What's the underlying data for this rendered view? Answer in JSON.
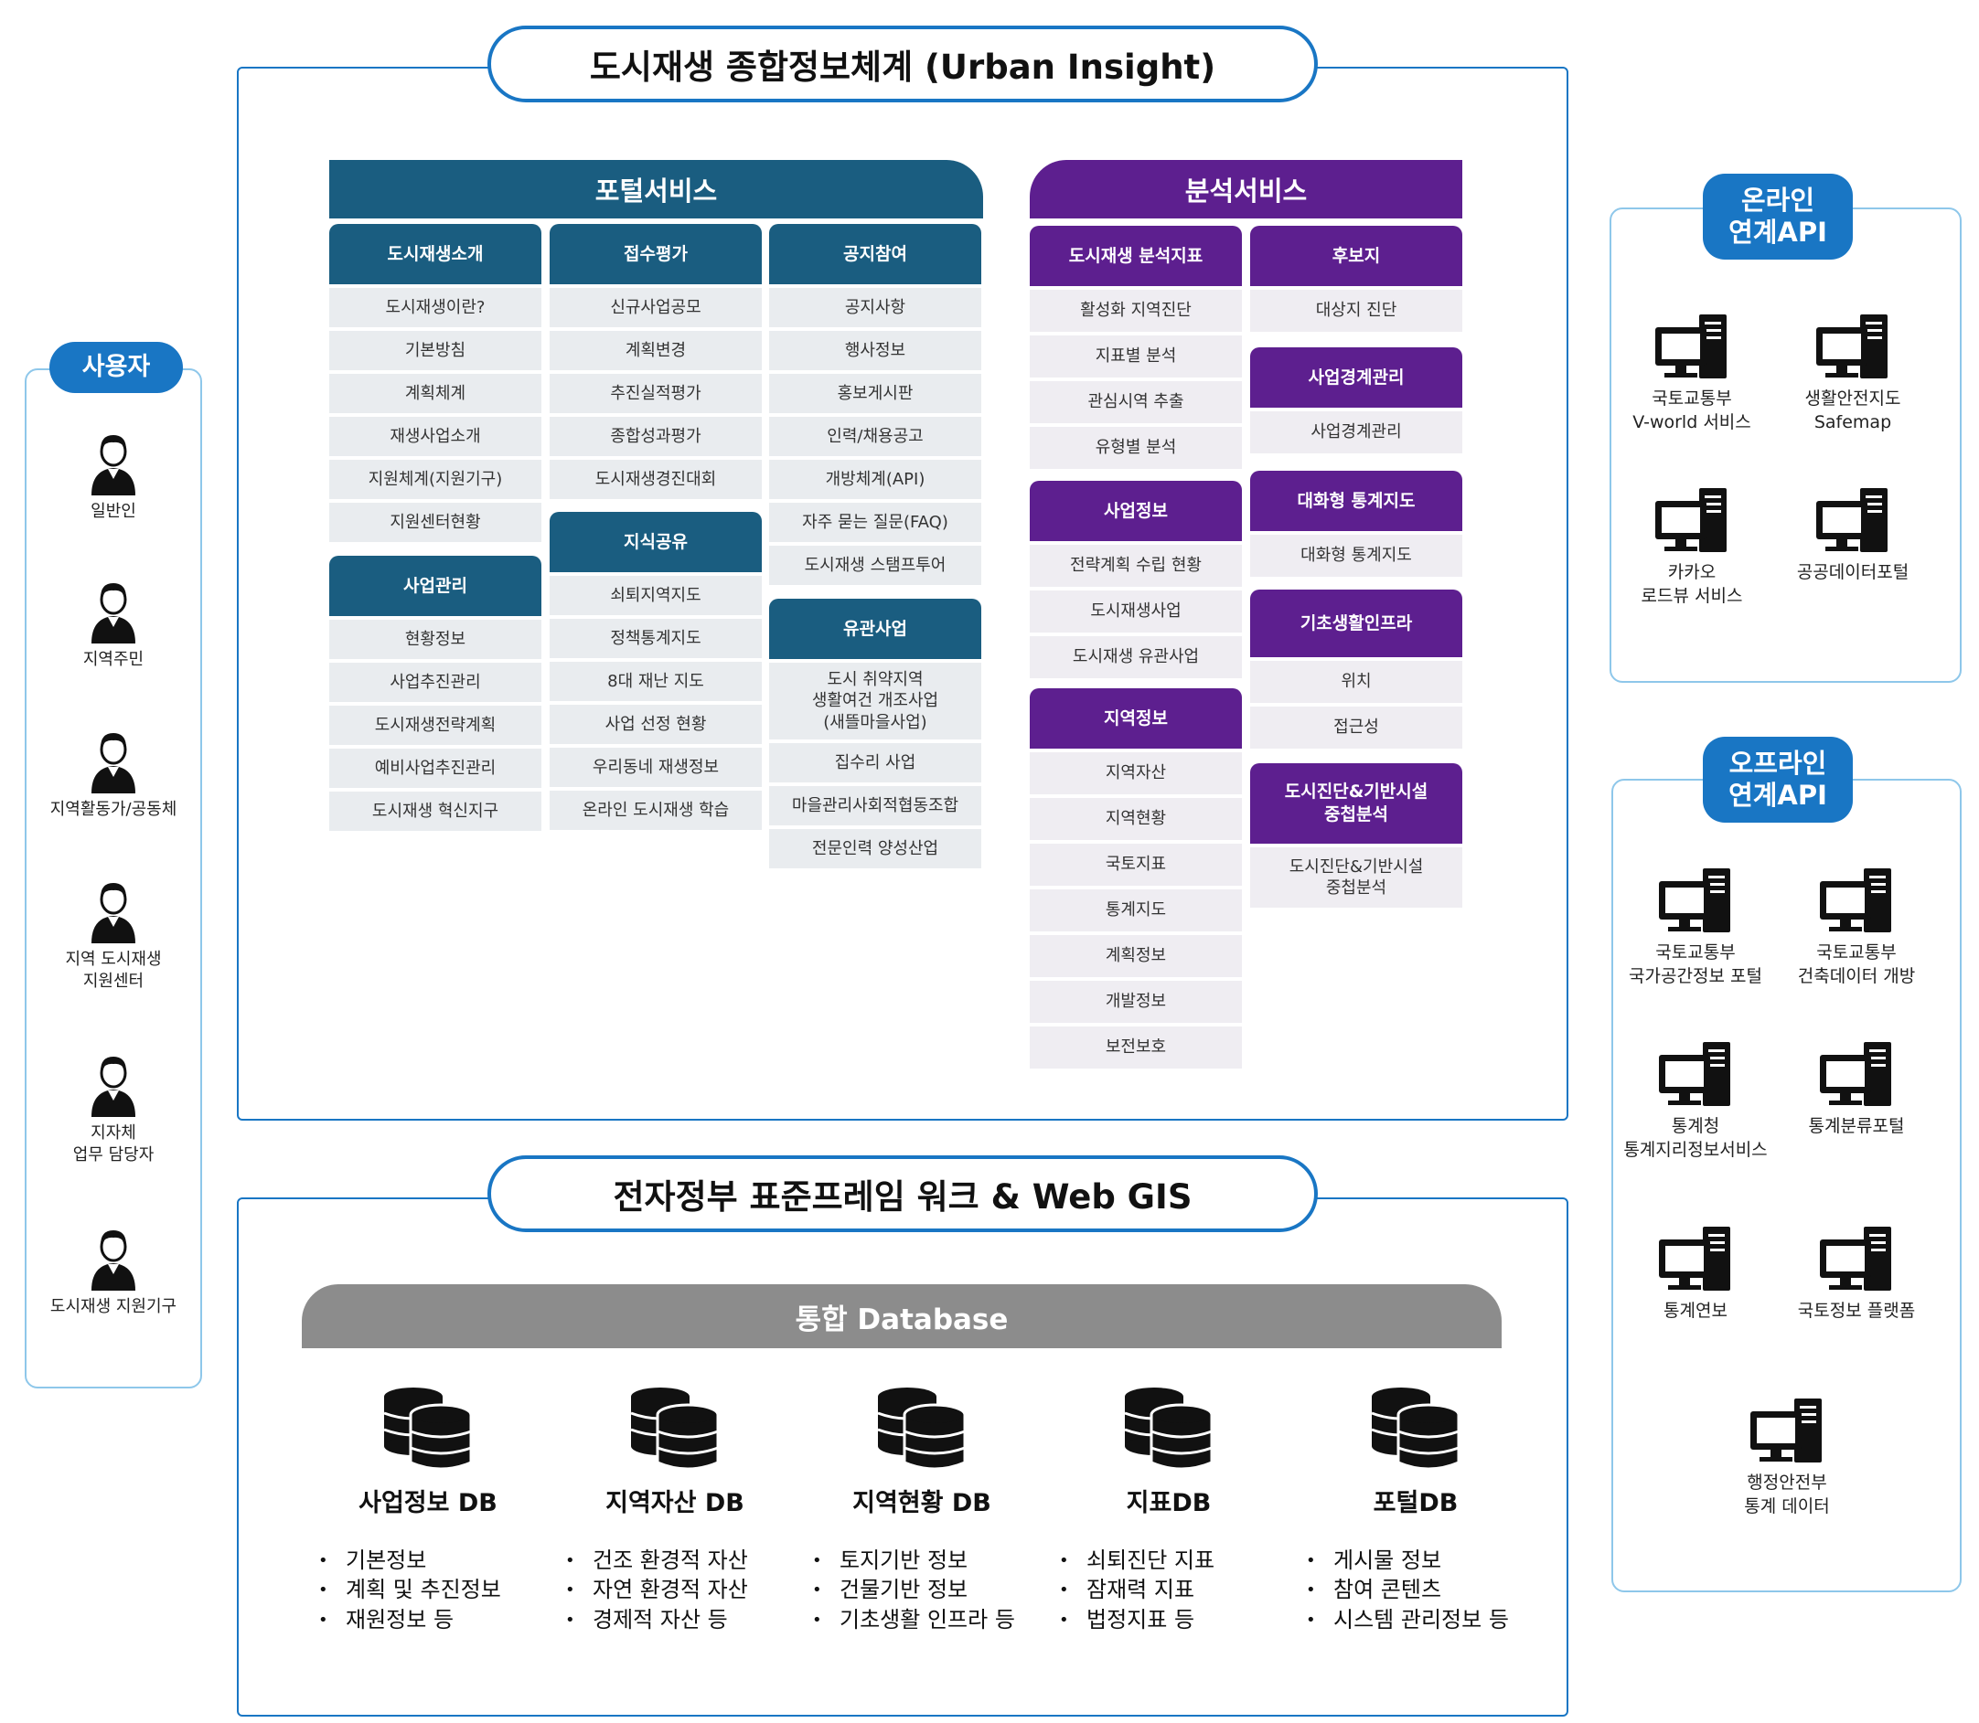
{
  "colors": {
    "blue": "#1976c4",
    "teal": "#1a5d80",
    "purple": "#5d1f8f",
    "db_gray": "#8c8c8c"
  },
  "titles": {
    "urban_insight": "도시재생 종합정보체계 (Urban Insight)",
    "egov": "전자정부 표준프레임 워크 & Web GIS"
  },
  "users": {
    "badge": "사용자",
    "items": [
      "일반인",
      "지역주민",
      "지역활동가/공동체",
      "지역 도시재생\n지원센터",
      "지자체\n업무 담당자",
      "도시재생 지원기구"
    ]
  },
  "portal": {
    "title": "포털서비스",
    "intro": {
      "header": "도시재생소개",
      "items": [
        "도시재생이란?",
        "기본방침",
        "계획체계",
        "재생사업소개",
        "지원체계(지원기구)",
        "지원센터현황"
      ]
    },
    "biz_mgmt": {
      "header": "사업관리",
      "items": [
        "현황정보",
        "사업추진관리",
        "도시재생전략계획",
        "예비사업추진관리",
        "도시재생 혁신지구"
      ]
    },
    "intake": {
      "header": "접수평가",
      "items": [
        "신규사업공모",
        "계획변경",
        "추진실적평가",
        "종합성과평가",
        "도시재생경진대회"
      ]
    },
    "knowledge": {
      "header": "지식공유",
      "items": [
        "쇠퇴지역지도",
        "정책통계지도",
        "8대 재난 지도",
        "사업 선정 현황",
        "우리동네 재생정보",
        "온라인 도시재생 학습"
      ]
    },
    "notice": {
      "header": "공지참여",
      "items": [
        "공지사항",
        "행사정보",
        "홍보게시판",
        "인력/채용공고",
        "개방체계(API)",
        "자주 묻는 질문(FAQ)",
        "도시재생 스탬프투어"
      ]
    },
    "related": {
      "header": "유관사업",
      "items": [
        "도시 취약지역\n생활여건 개조사업\n(새뜰마을사업)",
        "집수리 사업",
        "마을관리사회적협동조합",
        "전문인력 양성산업"
      ]
    }
  },
  "analysis": {
    "title": "분석서비스",
    "indicator": {
      "header": "도시재생 분석지표",
      "items": [
        "활성화 지역진단",
        "지표별 분석",
        "관심시역 추출",
        "유형별 분석"
      ]
    },
    "bizinfo": {
      "header": "사업정보",
      "items": [
        "전략계획 수립 현황",
        "도시재생사업",
        "도시재생 유관사업"
      ]
    },
    "region": {
      "header": "지역정보",
      "items": [
        "지역자산",
        "지역현황",
        "국토지표",
        "통계지도",
        "계획정보",
        "개발정보",
        "보전보호"
      ]
    },
    "candidate": {
      "header": "후보지",
      "items": [
        "대상지 진단"
      ]
    },
    "boundary": {
      "header": "사업경계관리",
      "items": [
        "사업경계관리"
      ]
    },
    "interactive": {
      "header": "대화형 통계지도",
      "items": [
        "대화형 통계지도"
      ]
    },
    "infra": {
      "header": "기초생활인프라",
      "items": [
        "위치",
        "접근성"
      ]
    },
    "diagnosis": {
      "header": "도시진단&기반시설\n중첩분석",
      "items": [
        "도시진단&기반시설\n중첩분석"
      ]
    }
  },
  "online_api": {
    "badge": "온라인\n연계API",
    "items": [
      "국토교통부\nV-world 서비스",
      "생활안전지도\nSafemap",
      "카카오\n로드뷰 서비스",
      "공공데이터포털"
    ]
  },
  "offline_api": {
    "badge": "오프라인\n연계API",
    "items": [
      "국토교통부\n국가공간정보 포털",
      "국토교통부\n건축데이터 개방",
      "통계청\n통계지리정보서비스",
      "통계분류포털",
      "통계연보",
      "국토정보 플랫폼",
      "행정안전부\n통계 데이터"
    ]
  },
  "database": {
    "title": "통합 Database",
    "dbs": [
      {
        "name": "사업정보 DB",
        "items": [
          "기본정보",
          "계획 및 추진정보",
          "재원정보 등"
        ]
      },
      {
        "name": "지역자산 DB",
        "items": [
          "건조 환경적 자산",
          "자연 환경적 자산",
          "경제적 자산 등"
        ]
      },
      {
        "name": "지역현황 DB",
        "items": [
          "토지기반 정보",
          "건물기반 정보",
          "기초생활 인프라 등"
        ]
      },
      {
        "name": "지표DB",
        "items": [
          "쇠퇴진단 지표",
          "잠재력 지표",
          "법정지표 등"
        ]
      },
      {
        "name": "포털DB",
        "items": [
          "게시물 정보",
          "참여 콘텐츠",
          "시스템 관리정보 등"
        ]
      }
    ]
  }
}
